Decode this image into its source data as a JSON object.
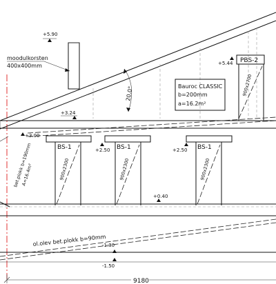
{
  "chimney": {
    "top_level": "+5.90",
    "label_line1": "moodulkorsten",
    "label_line2": "400x400mm"
  },
  "roof": {
    "slope": "20.0°",
    "level_left": "+3.24",
    "level_right": "+5.44"
  },
  "panel_note": {
    "line1": "Bauroc CLASSIC",
    "line2": "b=200mm",
    "line3": "a=16.2m²"
  },
  "beams": [
    {
      "label": "BS-1"
    },
    {
      "label": "BS-1"
    },
    {
      "label": "BS-1"
    },
    {
      "label": "PBS-2"
    }
  ],
  "openings": [
    {
      "size": "900x2300"
    },
    {
      "size": "900x2300"
    },
    {
      "size": "900x2300"
    },
    {
      "size": "900x2700"
    }
  ],
  "levels": {
    "left_top": "+3.00",
    "mid_1": "+2.50",
    "mid_2": "+2.50",
    "floor": "+0.40",
    "ground_1": "-1.30",
    "ground_2": "-1.50"
  },
  "slabs": {
    "upper_line1": "bet.plokk b=190mm",
    "upper_line2": "A=16.4m²",
    "lower": "ol.olev bet.plokk b=90mm"
  },
  "dimension": "9180"
}
